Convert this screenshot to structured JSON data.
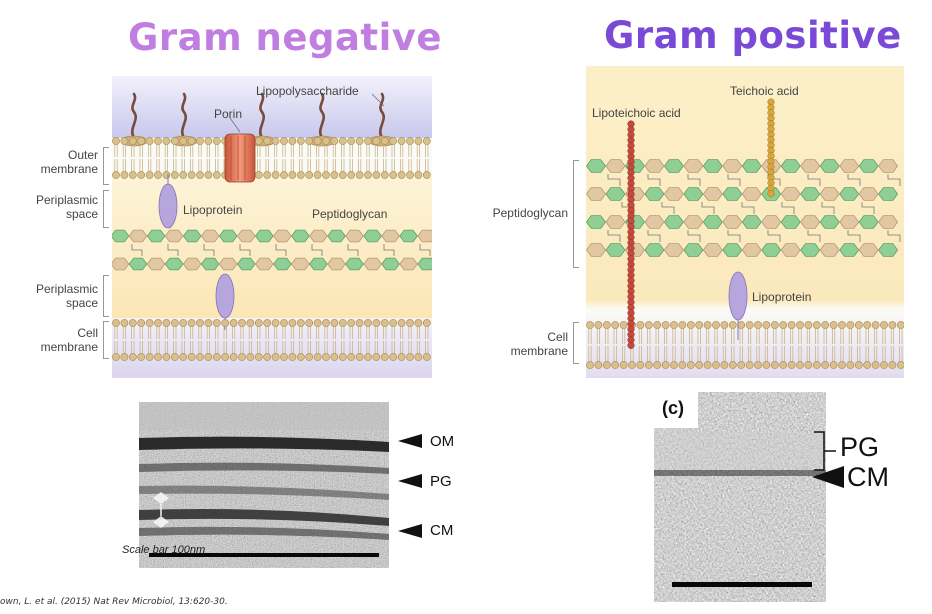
{
  "gram_negative": {
    "title": "Gram negative",
    "labels": {
      "outer_membrane": "Outer\nmembrane",
      "periplasmic_space_1": "Periplasmic\nspace",
      "periplasmic_space_2": "Periplasmic\nspace",
      "cell_membrane": "Cell\nmembrane",
      "lipopolysaccharide": "Lipopolysaccharide",
      "porin": "Porin",
      "lipoprotein": "Lipoprotein",
      "peptidoglycan": "Peptidoglycan"
    },
    "em_labels": {
      "om": "OM",
      "pg": "PG",
      "cm": "CM",
      "scale": "Scale bar 100nm"
    }
  },
  "gram_positive": {
    "title": "Gram positive",
    "labels": {
      "lipoteichoic_acid": "Lipoteichoic acid",
      "teichoic_acid": "Teichoic acid",
      "peptidoglycan": "Peptidoglycan",
      "lipoprotein": "Lipoprotein",
      "cell_membrane": "Cell\nmembrane"
    },
    "em_labels": {
      "panel": "(c)",
      "pg": "PG",
      "cm": "CM"
    }
  },
  "citation": "own, L. et al. (2015)  Nat Rev Microbiol, 13:620-30.",
  "colors": {
    "neg_title": "#c07ee0",
    "pos_title": "#7a4ad6",
    "cream_bg": "#fcefc8",
    "lipid_head": "#d9c08a",
    "pg_green": "#8fcf95",
    "pg_tan": "#e2c7a3",
    "lipoprotein": "#b7a6de",
    "porin": "#e47a5c",
    "lipoteichoic": "#c44a3e",
    "teichoic": "#d8a63a"
  }
}
